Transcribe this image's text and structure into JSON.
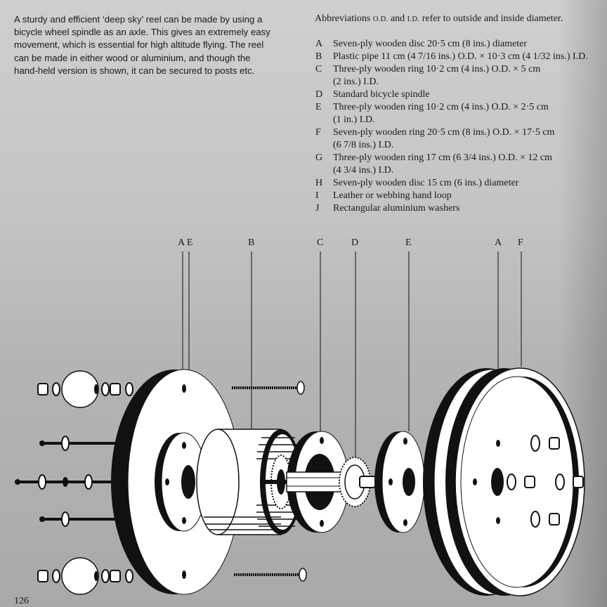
{
  "intro_lines": [
    "A sturdy and efficient ‘deep sky’ reel can be made by using a",
    "bicycle wheel spindle as an axle. This gives an extremely easy",
    "movement, which is essential for high altitude flying. The reel",
    "can be made in either wood or aluminium, and though the",
    "hand-held version is shown, it can be secured to posts etc."
  ],
  "abbreviations": {
    "prefix": "Abbreviations ",
    "od": "O.D.",
    "and": " and ",
    "id": "I.D.",
    "suffix": " refer to outside and inside diameter."
  },
  "key": [
    {
      "letter": "A",
      "text": "Seven-ply wooden disc 20·5 cm (8 ins.) diameter",
      "cont": ""
    },
    {
      "letter": "B",
      "text": "Plastic pipe 11 cm (4 7/16 ins.) O.D. × 10·3 cm (4 1/32 ins.) I.D.",
      "cont": ""
    },
    {
      "letter": "C",
      "text": "Three-ply wooden ring 10·2 cm (4 ins.) O.D. × 5 cm",
      "cont": "(2 ins.) I.D."
    },
    {
      "letter": "D",
      "text": "Standard bicycle spindle",
      "cont": ""
    },
    {
      "letter": "E",
      "text": "Three-ply wooden ring 10·2 cm (4 ins.) O.D. × 2·5 cm",
      "cont": "(1 in.) I.D."
    },
    {
      "letter": "F",
      "text": "Seven-ply wooden ring 20·5 cm (8 ins.) O.D. × 17·5 cm",
      "cont": "(6 7/8 ins.) I.D."
    },
    {
      "letter": "G",
      "text": "Three-ply wooden ring 17 cm (6 3/4 ins.) O.D. × 12 cm",
      "cont": "(4 3/4 ins.) I.D."
    },
    {
      "letter": "H",
      "text": "Seven-ply wooden disc 15 cm (6 ins.) diameter",
      "cont": ""
    },
    {
      "letter": "I",
      "text": "Leather or webbing hand loop",
      "cont": ""
    },
    {
      "letter": "J",
      "text": "Rectangular aluminium washers",
      "cont": ""
    }
  ],
  "callouts": {
    "ae": "A E",
    "b": "B",
    "c": "C",
    "d": "D",
    "e": "E",
    "a2": "A",
    "f": "F"
  },
  "page_number": "126",
  "colors": {
    "ink": "#111111",
    "paper": "#ffffff",
    "background": "#c4c4c4"
  }
}
